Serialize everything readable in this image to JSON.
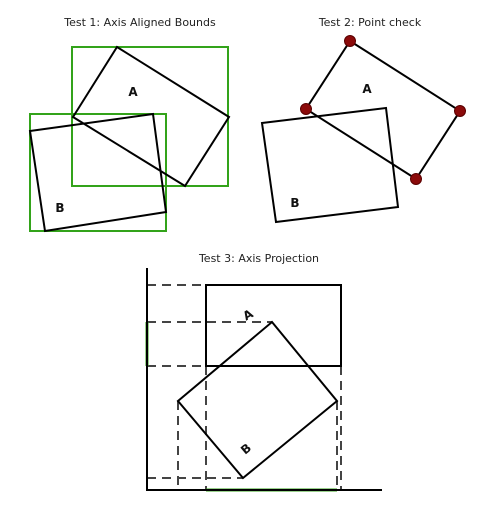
{
  "titles": {
    "test1": "Test 1: Axis Aligned Bounds",
    "test2": "Test 2: Point check",
    "test3": "Test 3: Axis Projection"
  },
  "shape_labels": {
    "a": "A",
    "b": "B"
  },
  "colors": {
    "shape_outline": "#000000",
    "bounding_box": "#33a31a",
    "projection_line": "#444444",
    "point_fill": "#8b0a0a"
  }
}
